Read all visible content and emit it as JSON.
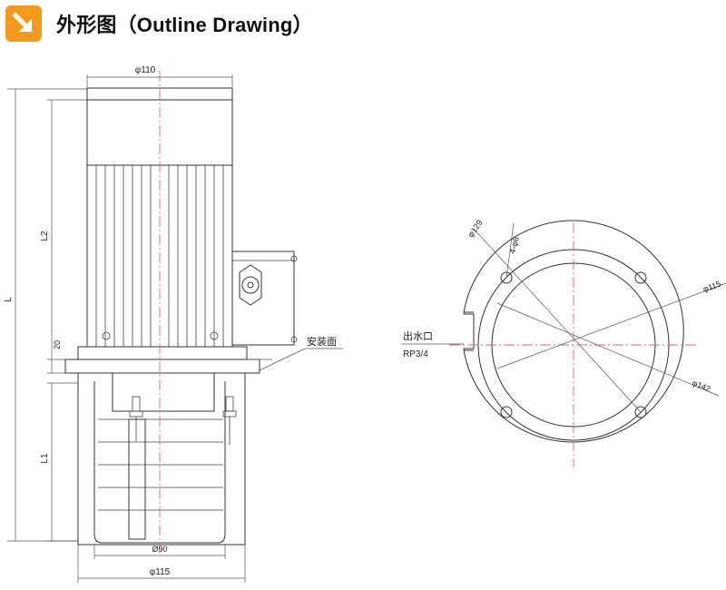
{
  "header": {
    "title": "外形图（Outline Drawing）",
    "badge_color": "#f39a1e",
    "badge_icon": "arrow-down-right-icon"
  },
  "side_view": {
    "dim_top_motor_diameter": "φ110",
    "dim_total_length": "L",
    "dim_motor_length": "L2",
    "dim_flange_thickness": "20",
    "dim_pump_length": "L1",
    "dim_pump_diameter": "Ø90",
    "dim_bottom_diameter": "φ115",
    "label_mounting_surface": "安装面"
  },
  "top_view": {
    "dim_bolt_circle": "φ129",
    "dim_holes": "4-φ8",
    "dim_inner_diameter": "φ115",
    "dim_outer_diameter": "φ142",
    "label_outlet": "出水口",
    "label_outlet_thread": "RP3/4"
  }
}
